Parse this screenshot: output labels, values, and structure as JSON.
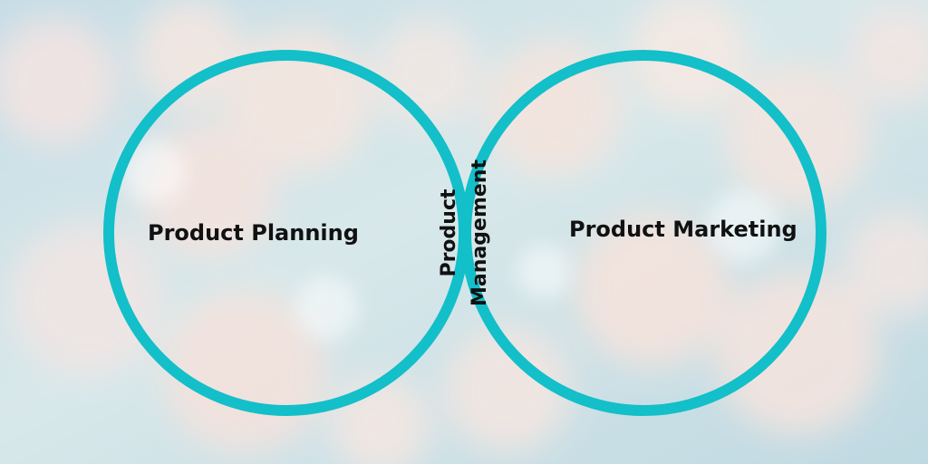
{
  "diagram": {
    "left_circle_label": "Product Planning",
    "right_circle_label": "Product Marketing",
    "overlap_label_line1": "Product",
    "overlap_label_line2": "Management"
  },
  "colors": {
    "ring": "#13bfc9",
    "text": "#111111",
    "background": "#cfe3e8"
  }
}
